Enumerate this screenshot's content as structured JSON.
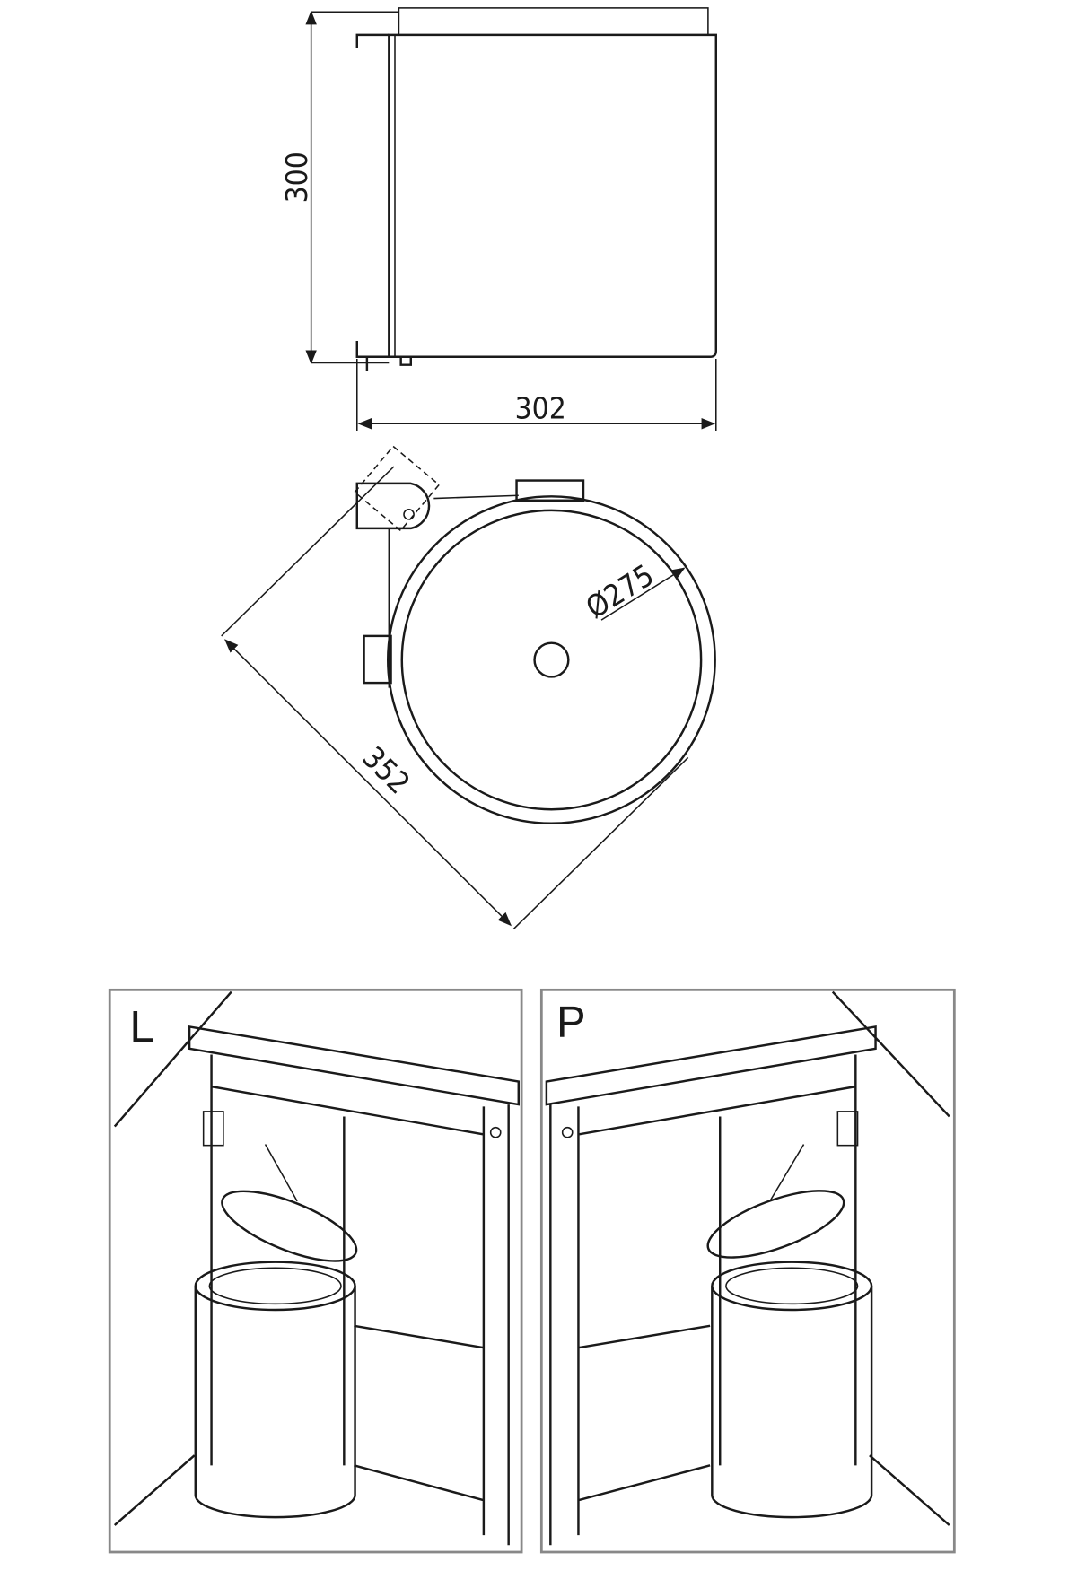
{
  "side_view": {
    "height_label": "300",
    "width_label": "302"
  },
  "plan_view": {
    "diameter_label": "Ø275",
    "diagonal_label": "352"
  },
  "installations": [
    {
      "label": "L"
    },
    {
      "label": "P"
    }
  ]
}
